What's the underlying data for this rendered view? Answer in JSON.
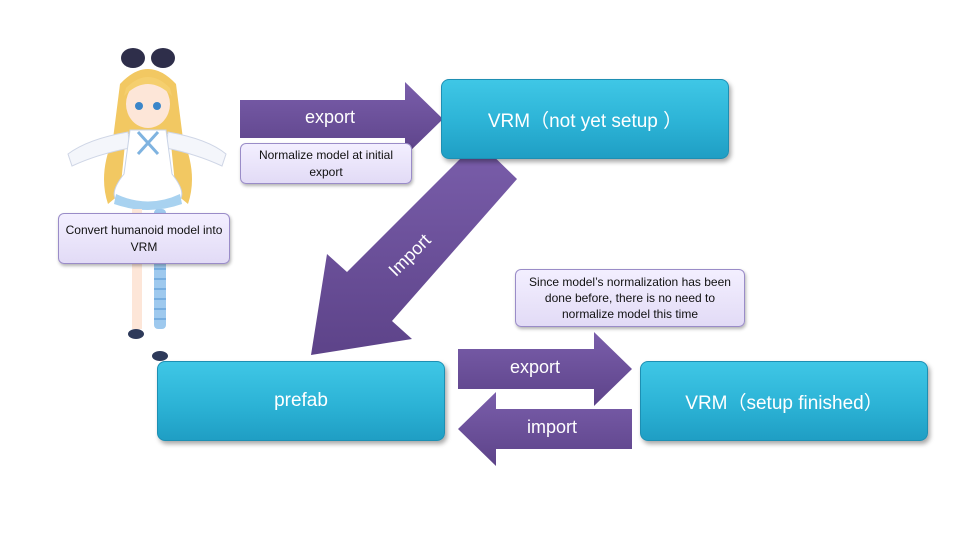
{
  "boxes": {
    "vrm_not_setup": "VRM（not yet setup ）",
    "prefab": "prefab",
    "vrm_setup_finished": "VRM（setup finished）"
  },
  "arrows": {
    "export_top": "export",
    "import_diagonal": "Import",
    "export_bottom": "export",
    "import_bottom": "import"
  },
  "notes": {
    "normalize_initial": "Normalize model at initial export",
    "convert_humanoid": "Convert humanoid model into VRM",
    "no_need_normalize": "Since model’s normalization has been done before, there is no need to normalize model this time"
  },
  "colors": {
    "arrow": "#6a4f98",
    "box": "#2cb3d6",
    "note": "#e6e0f8"
  },
  "icons": [
    "vrm-character-illustration"
  ]
}
